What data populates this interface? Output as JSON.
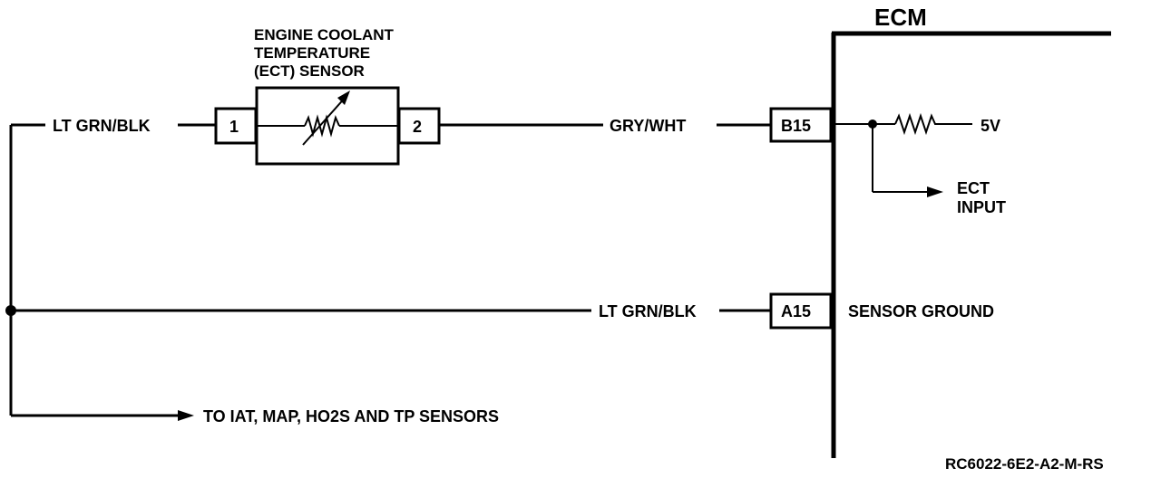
{
  "ecm_label": "ECM",
  "sensor": {
    "name_line1": "ENGINE COOLANT",
    "name_line2": "TEMPERATURE",
    "name_line3": "(ECT) SENSOR",
    "pin1": "1",
    "pin2": "2"
  },
  "wires": {
    "signal_left": "LT GRN/BLK",
    "signal_right": "GRY/WHT",
    "ground": "LT GRN/BLK"
  },
  "ecm_pins": {
    "signal": "B15",
    "ground": "A15"
  },
  "ecm_internal": {
    "supply": "5V",
    "input_line1": "ECT",
    "input_line2": "INPUT",
    "ground_label": "SENSOR GROUND"
  },
  "branch_label": "TO IAT, MAP, HO2S AND TP SENSORS",
  "figure_code": "RC6022-6E2-A2-M-RS"
}
